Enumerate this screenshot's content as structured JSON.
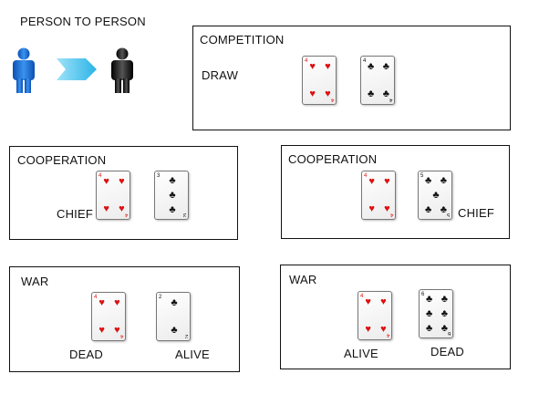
{
  "header": {
    "title": "PERSON TO PERSON"
  },
  "icons": {
    "person_left": "person-icon-blue",
    "arrow": "arrow-right-icon",
    "person_right": "person-icon-black",
    "colors": {
      "blue": "#1a73d9",
      "arrow": "#5ac8f0",
      "black": "#111111"
    }
  },
  "panels": {
    "competition": {
      "title": "COMPETITION",
      "label": "DRAW",
      "cards": [
        {
          "rank": "4",
          "suit": "hearts"
        },
        {
          "rank": "4",
          "suit": "clubs"
        }
      ]
    },
    "coop_left": {
      "title": "COOPERATION",
      "label": "CHIEF",
      "cards": [
        {
          "rank": "4",
          "suit": "hearts"
        },
        {
          "rank": "3",
          "suit": "clubs"
        }
      ]
    },
    "coop_right": {
      "title": "COOPERATION",
      "label": "CHIEF",
      "cards": [
        {
          "rank": "4",
          "suit": "hearts"
        },
        {
          "rank": "5",
          "suit": "clubs"
        }
      ]
    },
    "war_left": {
      "title": "WAR",
      "label_left": "DEAD",
      "label_right": "ALIVE",
      "cards": [
        {
          "rank": "4",
          "suit": "hearts"
        },
        {
          "rank": "2",
          "suit": "clubs"
        }
      ]
    },
    "war_right": {
      "title": "WAR",
      "label_left": "ALIVE",
      "label_right": "DEAD",
      "cards": [
        {
          "rank": "4",
          "suit": "hearts"
        },
        {
          "rank": "6",
          "suit": "clubs"
        }
      ]
    }
  },
  "suit_colors": {
    "hearts": "#dd1111",
    "clubs": "#111111"
  }
}
